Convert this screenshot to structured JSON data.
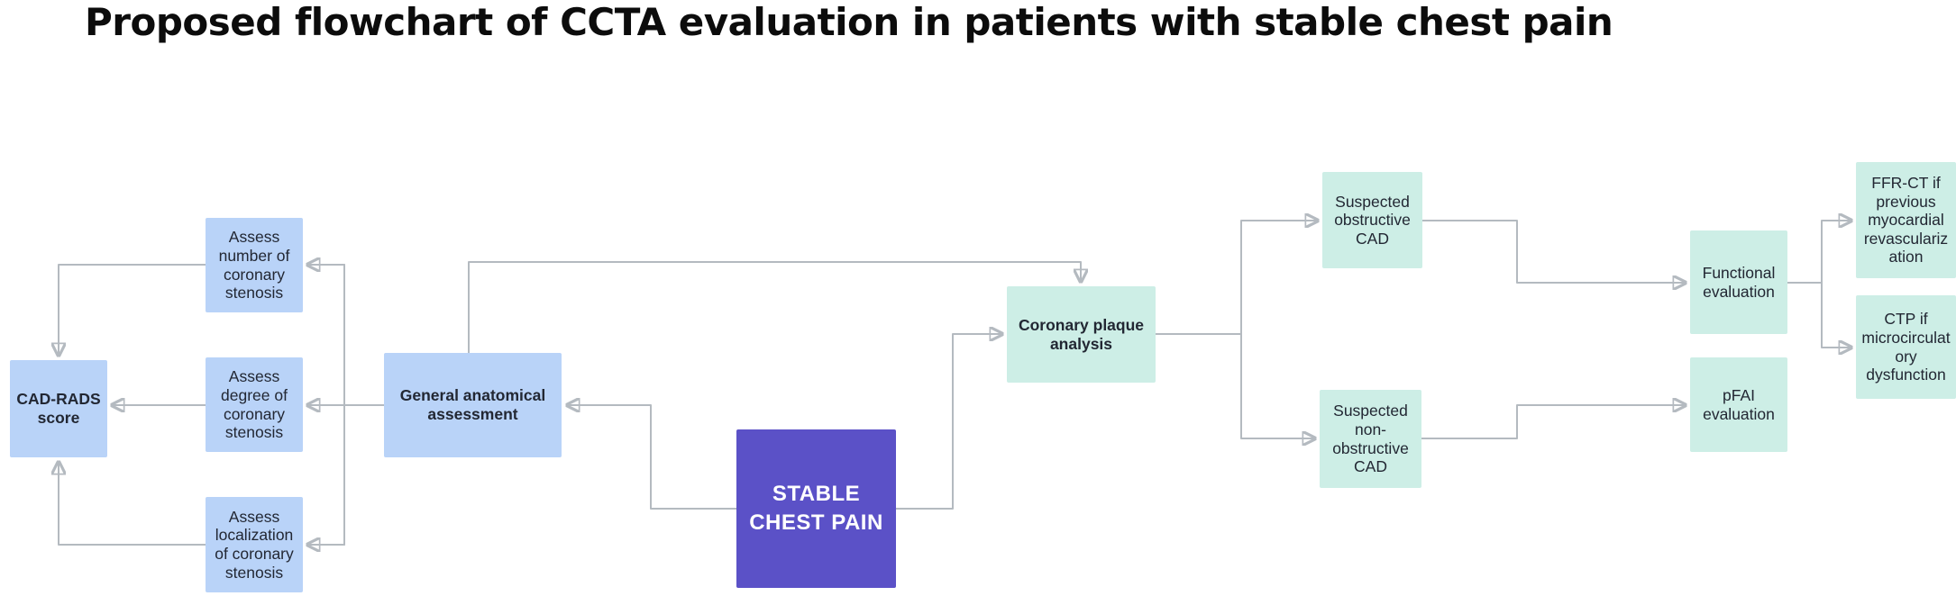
{
  "page": {
    "title": "Proposed flowchart of CCTA evaluation in patients with stable chest pain",
    "background": "#ffffff"
  },
  "colors": {
    "blue_node": "#b9d3f8",
    "purple_node": "#5b51c7",
    "teal_node": "#cdeee6",
    "connector": "#b4bac0",
    "text_dark": "#222733",
    "text_light": "#ffffff"
  },
  "nodes": {
    "cad_rads": {
      "label": "CAD-RADS score",
      "style": "blue",
      "emphasis": "bold"
    },
    "assess_number": {
      "label": "Assess number of coronary stenosis",
      "style": "blue"
    },
    "assess_degree": {
      "label": "Assess degree of coronary stenosis",
      "style": "blue"
    },
    "assess_localization": {
      "label": "Assess localization of coronary stenosis",
      "style": "blue"
    },
    "general_assessment": {
      "label": "General anatomical assessment",
      "style": "blue",
      "emphasis": "bold"
    },
    "stable_chest_pain": {
      "label": "STABLE CHEST PAIN",
      "style": "purple",
      "emphasis": "bold"
    },
    "plaque_analysis": {
      "label": "Coronary plaque analysis",
      "style": "teal",
      "emphasis": "bold"
    },
    "suspected_obstructive": {
      "label": "Suspected obstructive CAD",
      "style": "teal"
    },
    "suspected_nonobstructive": {
      "label": "Suspected non-obstructive CAD",
      "style": "teal"
    },
    "functional_evaluation": {
      "label": "Functional evaluation",
      "style": "teal"
    },
    "pfai_evaluation": {
      "label": "pFAI evaluation",
      "style": "teal"
    },
    "ffr_ct": {
      "label": "FFR-CT if previous myocardial revascularization",
      "style": "teal"
    },
    "ctp": {
      "label": "CTP if microcirculatory dysfunction",
      "style": "teal"
    }
  },
  "edges": [
    {
      "from": "stable_chest_pain",
      "to": "general_assessment"
    },
    {
      "from": "general_assessment",
      "to": "assess_number"
    },
    {
      "from": "general_assessment",
      "to": "assess_degree"
    },
    {
      "from": "general_assessment",
      "to": "assess_localization"
    },
    {
      "from": "assess_number",
      "to": "cad_rads"
    },
    {
      "from": "assess_degree",
      "to": "cad_rads"
    },
    {
      "from": "assess_localization",
      "to": "cad_rads"
    },
    {
      "from": "general_assessment",
      "to": "plaque_analysis"
    },
    {
      "from": "stable_chest_pain",
      "to": "plaque_analysis"
    },
    {
      "from": "plaque_analysis",
      "to": "suspected_obstructive"
    },
    {
      "from": "plaque_analysis",
      "to": "suspected_nonobstructive"
    },
    {
      "from": "suspected_obstructive",
      "to": "functional_evaluation"
    },
    {
      "from": "suspected_nonobstructive",
      "to": "pfai_evaluation"
    },
    {
      "from": "functional_evaluation",
      "to": "ffr_ct"
    },
    {
      "from": "functional_evaluation",
      "to": "ctp"
    }
  ]
}
